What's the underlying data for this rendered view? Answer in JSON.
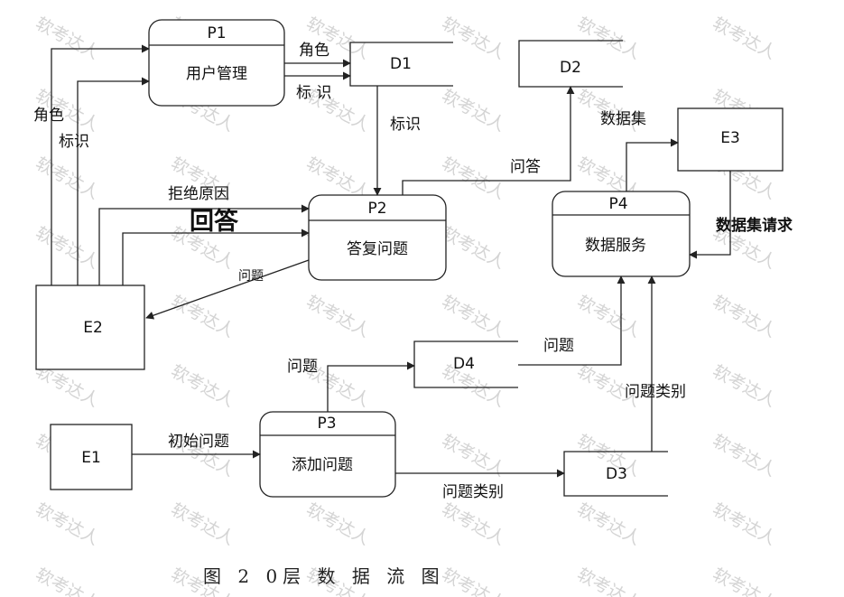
{
  "processes": {
    "p1": {
      "id": "P1",
      "name": "用户管理"
    },
    "p2": {
      "id": "P2",
      "name": "答复问题"
    },
    "p3": {
      "id": "P3",
      "name": "添加问题"
    },
    "p4": {
      "id": "P4",
      "name": "数据服务"
    }
  },
  "entities": {
    "e1": "E1",
    "e2": "E2",
    "e3": "E3"
  },
  "stores": {
    "d1": "D1",
    "d2": "D2",
    "d3": "D3",
    "d4": "D4"
  },
  "flows": {
    "p1_d1_role": "角色",
    "p1_d1_id": "标 识",
    "e2_p1_role": "角色",
    "e2_p1_id": "标识",
    "d1_p2_id": "标识",
    "e2_p2_reject": "拒绝原因",
    "e2_p2_answer": "回答",
    "p2_e2_question": "问题",
    "p2_d2_qa": "问答",
    "p4_e3_dataset": "数据集",
    "e3_p4_request": "数据集请求",
    "p3_d4_question": "问题",
    "d4_p4_question": "问题",
    "d3_p4_category": "问题类别",
    "e1_p3_initial": "初始问题",
    "p3_d3_category": "问题类别"
  },
  "caption": "图 2 0层 数 据 流 图",
  "watermark": "软考达人"
}
